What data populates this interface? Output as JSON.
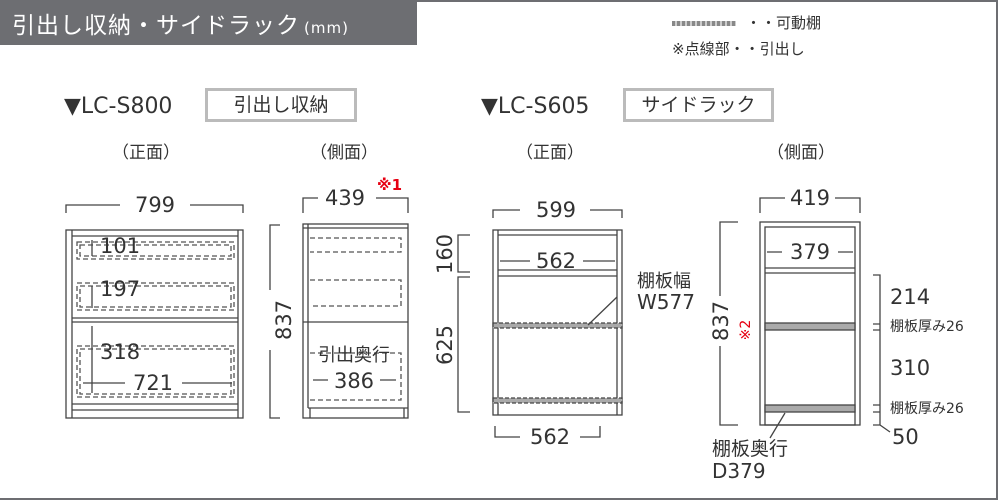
{
  "header": {
    "title": "引出し収納・サイドラック",
    "unit": "(mm)"
  },
  "legend": {
    "movable_shelf": "・・可動棚",
    "dotted_note": "※点線部・・引出し"
  },
  "colors": {
    "header_bg": "#6d6e72",
    "note_red": "#e60012",
    "line": "#444444"
  },
  "models": [
    {
      "name": "▼LC-S800",
      "tag": "引出し収納",
      "front": {
        "label": "（正面）",
        "width": "799",
        "drawers": [
          "101",
          "197",
          "318"
        ],
        "drawer_width": "721"
      },
      "side": {
        "label": "（側面）",
        "depth": "439",
        "note": "※1",
        "height": "837",
        "drawer_depth_label": "引出奥行",
        "drawer_depth": "386"
      }
    },
    {
      "name": "▼LC-S605",
      "tag": "サイドラック",
      "front": {
        "label": "（正面）",
        "width": "599",
        "inner_width_top": "562",
        "inner_width_bottom": "562",
        "upper_height": "160",
        "lower_height": "625",
        "shelf_width_label": "棚板幅",
        "shelf_width": "W577"
      },
      "side": {
        "label": "（側面）",
        "depth": "419",
        "inner_depth": "379",
        "height": "837",
        "note": "※2",
        "gap1": "214",
        "thickness1": "棚板厚み26",
        "gap2": "310",
        "thickness2": "棚板厚み26",
        "bottom": "50",
        "shelf_depth_label": "棚板奥行",
        "shelf_depth": "D379"
      }
    }
  ]
}
